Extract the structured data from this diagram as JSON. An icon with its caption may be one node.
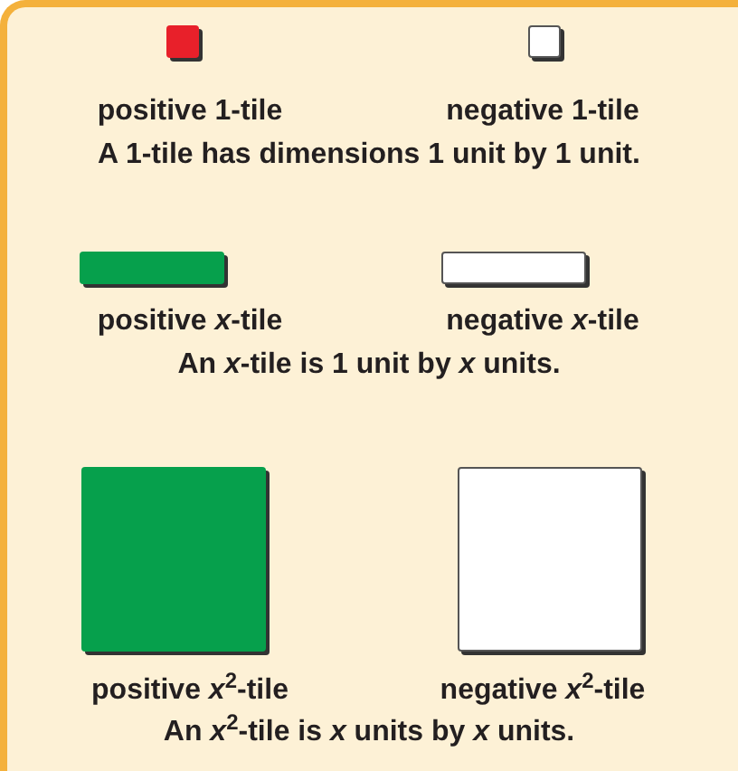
{
  "diagram": {
    "nodes": [
      {
        "text": [],
        "shape": "box",
        "beside": [
          "positive 1-tile"
        ]
      },
      {
        "text": [],
        "shape": "box",
        "beside": [
          "negative 1-tile"
        ]
      },
      {
        "text": [],
        "shape": "box",
        "beside": [
          "positive *x*-tile"
        ]
      },
      {
        "text": [],
        "shape": "box",
        "beside": [
          "negative *x*-tile"
        ]
      },
      {
        "text": [],
        "shape": "box",
        "beside": [
          "positive *x*$^{2}$-tile"
        ]
      },
      {
        "text": [],
        "shape": "box",
        "beside": [
          "negative *x*$^{2}$-tile"
        ]
      }
    ],
    "labels": [
      "A 1-tile has dimensions 1 unit by 1 unit.",
      "An *x*-tile is 1 unit by *x* units.",
      "An *x*$^{2}$-tile is *x* units by *x* units."
    ]
  }
}
